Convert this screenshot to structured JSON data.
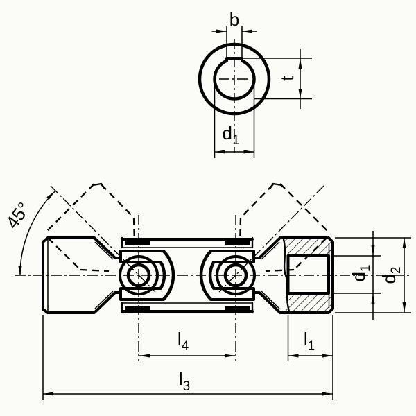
{
  "page": {
    "background": "#fbfbf8",
    "ink": "#000000"
  },
  "top_view": {
    "keyway_width_label": {
      "base": "b",
      "sub": ""
    },
    "keyway_depth_label": {
      "base": "t",
      "sub": ""
    },
    "bore_diameter_label": {
      "base": "d",
      "sub": "1"
    }
  },
  "front_view": {
    "max_articulation_angle_label": "45°",
    "bore_diameter_label": {
      "base": "d",
      "sub": "1"
    },
    "outer_diameter_label": {
      "base": "d",
      "sub": "2"
    },
    "hub_bore_depth_label": {
      "base": "l",
      "sub": "1"
    },
    "overall_length_label": {
      "base": "l",
      "sub": "3"
    },
    "pin_center_distance_label": {
      "base": "l",
      "sub": "4"
    }
  }
}
